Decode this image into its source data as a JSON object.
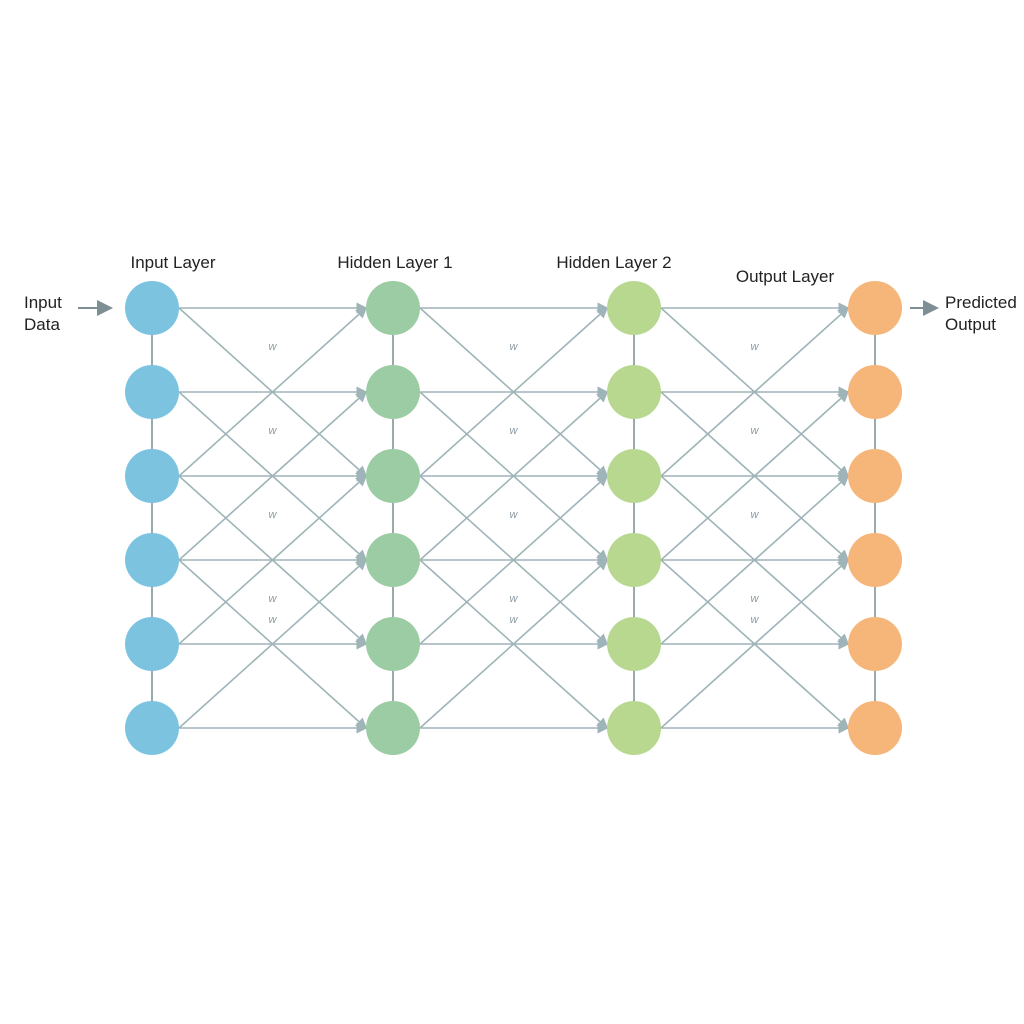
{
  "input_label": [
    "Input",
    "Data"
  ],
  "output_label": [
    "Predicted",
    "Output"
  ],
  "weight_symbol": "w",
  "layers": [
    {
      "title": "Input Layer",
      "nodes": 6,
      "color": "#7cc3e0"
    },
    {
      "title": "Hidden Layer 1",
      "nodes": 6,
      "color": "#9ccca3"
    },
    {
      "title": "Hidden Layer 2",
      "nodes": 6,
      "color": "#b8d88f"
    },
    {
      "title": "Output Layer",
      "nodes": 6,
      "color": "#f6b67a"
    }
  ],
  "edge_color": "#9fb4b8",
  "arrow_color": "#7d8f95"
}
